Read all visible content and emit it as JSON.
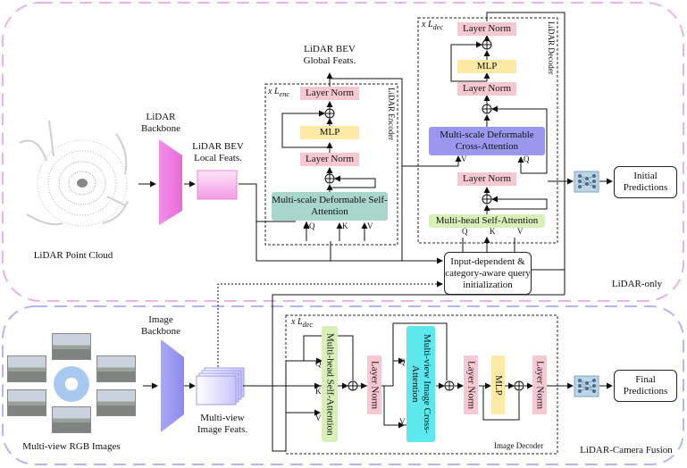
{
  "colors": {
    "lidar_boundary": "#e7b3e8",
    "fusion_boundary": "#b3b5f0",
    "layer_norm": "#f6c9d2",
    "mlp": "#fce9a6",
    "msda_encoder": "#a8d5cc",
    "self_attention": "#d8f0b8",
    "cross_attention": "#9a97ee",
    "image_cross_attention": "#5de8ee",
    "backbone_lidar": "#f08ee8",
    "backbone_image": "#9a98f0"
  },
  "lidar": {
    "point_cloud_label": "LiDAR Point Cloud",
    "backbone_label": "LiDAR Backbone",
    "local_feats_label": "LiDAR BEV Local Feats.",
    "global_feats_label": "LiDAR BEV Global Feats.",
    "encoder": {
      "repeat": "x L",
      "repeat_sub": "enc",
      "title": "LiDAR Encoder",
      "layer_norm_top": "Layer Norm",
      "mlp": "MLP",
      "layer_norm_mid": "Layer Norm",
      "attention": "Multi-scale Deformable Self-Attention",
      "q": "Q",
      "k": "K",
      "v": "V"
    },
    "decoder": {
      "repeat": "x L",
      "repeat_sub": "dec",
      "title": "LiDAR Decoder",
      "layer_norm_top": "Layer Norm",
      "mlp": "MLP",
      "layer_norm_2": "Layer Norm",
      "cross_attention": "Multi-scale Deformable Cross-Attention",
      "v": "V",
      "q": "Q",
      "layer_norm_3": "Layer Norm",
      "self_attention": "Multi-head Self-Attention",
      "sa_q": "Q",
      "sa_k": "K",
      "sa_v": "V"
    },
    "query_init": "Input-dependent & category-aware query initialization",
    "initial_predictions": "Initial Predictions",
    "region_label": "LiDAR-only"
  },
  "fusion": {
    "images_label": "Multi-view RGB Images",
    "backbone_label": "Image Backbone",
    "image_feats_label": "Multi-view Image Feats.",
    "decoder": {
      "repeat": "x L",
      "repeat_sub": "dec",
      "title": "Image Decoder",
      "self_attention": "Multi-head Self-Attention",
      "q": "Q",
      "k": "K",
      "v": "V",
      "layer_norm_1": "Layer Norm",
      "cross_attention": "Multi-view Image Cross-Attention",
      "cq": "Q",
      "cv": "V",
      "layer_norm_2": "Layer Norm",
      "mlp": "MLP",
      "layer_norm_3": "Layer Norm"
    },
    "final_predictions": "Final Predictions",
    "region_label": "LiDAR-Camera Fusion"
  },
  "icons": {
    "sum": "circle-plus-icon",
    "ffn": "ffn-network-icon",
    "point_cloud": "point-cloud-icon",
    "camera": "camera-view-icon"
  }
}
